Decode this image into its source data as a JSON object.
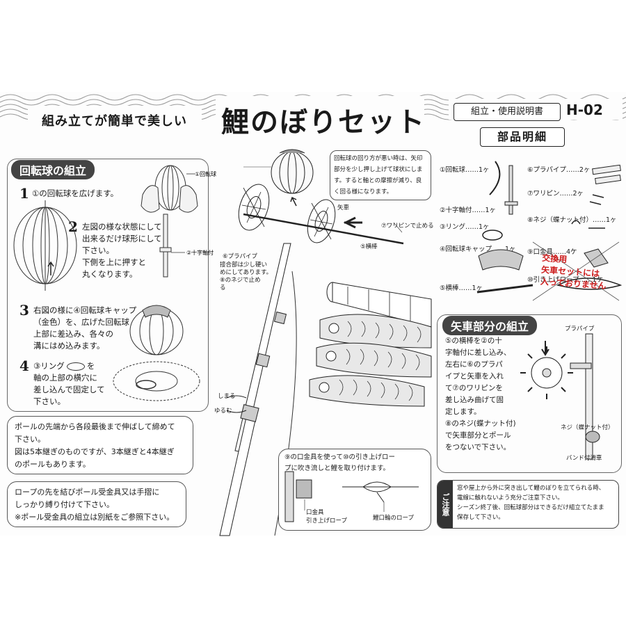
{
  "header": {
    "tagline": "組み立てが簡単で美しい",
    "title": "鯉のぼりセット",
    "manual_label": "組立・使用説明書",
    "code": "H-02",
    "parts_heading": "部品明細"
  },
  "rotating_ball": {
    "heading": "回転球の組立",
    "step1": "①の回転球を広げます。",
    "step2": [
      "左図の様な状態にして",
      "出来るだけ球形にして",
      "下さい。",
      "下側を上に押すと",
      "丸くなります。"
    ],
    "step3": [
      "右図の様に④回転球キャップ",
      "（金色）を、広げた回転球",
      "上部に差込み、各々の",
      "溝にはめ込みます。"
    ],
    "step4": [
      "③リング",
      "を",
      "軸の上部の横穴に",
      "差し込んで固定して",
      "下さい。"
    ],
    "num1": "1",
    "num2": "2",
    "num3": "3",
    "num4": "4",
    "label_ball": "①回転球",
    "label_axis": "②十字軸付"
  },
  "center": {
    "ball_note": [
      "回転球の回り方が悪い時は、矢印",
      "部分を少し押し上げて球状にしま",
      "す。すると軸との摩擦が減り、良",
      "く回る様になります。"
    ],
    "label_yaguruma": "矢車",
    "label_waripin_stop": "⑦ワリピンで止める",
    "label_yokobo": "⑤横棒",
    "label_pura_pipe": "⑥プラパイプ",
    "joint_note": [
      "接合部は少し硬い",
      "めにしてあります。",
      "⑧のネジで止め",
      "る"
    ],
    "label_shimaru": "しまる",
    "label_yurumu": "ゆるむ"
  },
  "parts": {
    "p1": "①回転球……1ヶ",
    "p2": "②十字軸付……1ヶ",
    "p3": "③リング……1ヶ",
    "p4": "④回転球キャップ……1ヶ",
    "p5": "⑤横棒……1ヶ",
    "p6": "⑥プラパイプ……2ヶ",
    "p7": "⑦ワリピン……2ヶ",
    "p8": "⑧ネジ（蝶ナット付）……1ヶ",
    "p9": "⑨口金具……4ケ",
    "p10": "⑩引き上げロープ……1ケ",
    "stamp": [
      "交換用",
      "矢車セットには",
      "入っておりません"
    ]
  },
  "yaguruma": {
    "heading": "矢車部分の組立",
    "text": [
      "⑤の横棒を②の十",
      "字軸付に差し込み、",
      "左右に⑥のプラパ",
      "イプと矢車を入れ",
      "て⑦のワリピンを",
      "差し込み曲げて固",
      "定します。",
      "⑧のネジ(蝶ナット付)",
      "で矢車部分とポール",
      "をつないで下さい。"
    ],
    "label_pura": "プラパイプ",
    "label_neji": "ネジ（蝶ナット付）",
    "label_band": "バンド付滑車"
  },
  "rope": {
    "note": [
      "⑨の口金具を使って⑩の引き上げロー",
      "プに吹き流しと鯉を取り付けます。"
    ],
    "label_kuchikanagu": "口金具",
    "label_hikiage": "引き上げロープ",
    "label_koiguchi": "鯉口輪のロープ"
  },
  "notes": {
    "pole": [
      "ポールの先端から各段最後まで伸ばして締めて",
      "下さい。",
      "図は5本継ぎのものですが、3本継ぎと4本継ぎ",
      "のポールもあります。"
    ],
    "rope_tie": [
      "ロープの先を結びポール受金具又は手摺に",
      "しっかり縛り付けて下さい。",
      "※ポール受金具の組立は別紙をご参照下さい。"
    ]
  },
  "caution": {
    "tag": "ご注意",
    "lines": [
      "窓や屋上から外に突き出して鯉のぼりを立てられる時、",
      "電線に触れないよう充分ご注意下さい。",
      "シーズン終了後、回転球部分はできるだけ組立てたまま",
      "保存して下さい。"
    ]
  }
}
